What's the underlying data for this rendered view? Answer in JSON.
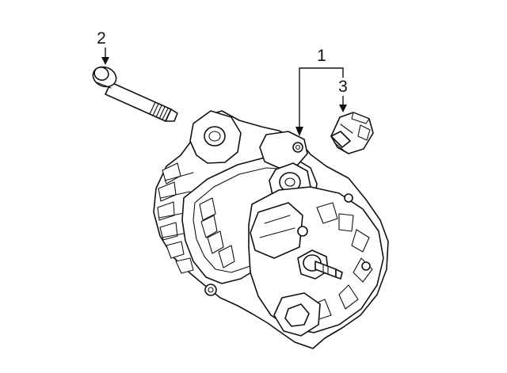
{
  "callouts": {
    "alternator": "1",
    "bolt": "2",
    "connector": "3"
  },
  "colors": {
    "line": "#111111",
    "background": "#ffffff"
  }
}
